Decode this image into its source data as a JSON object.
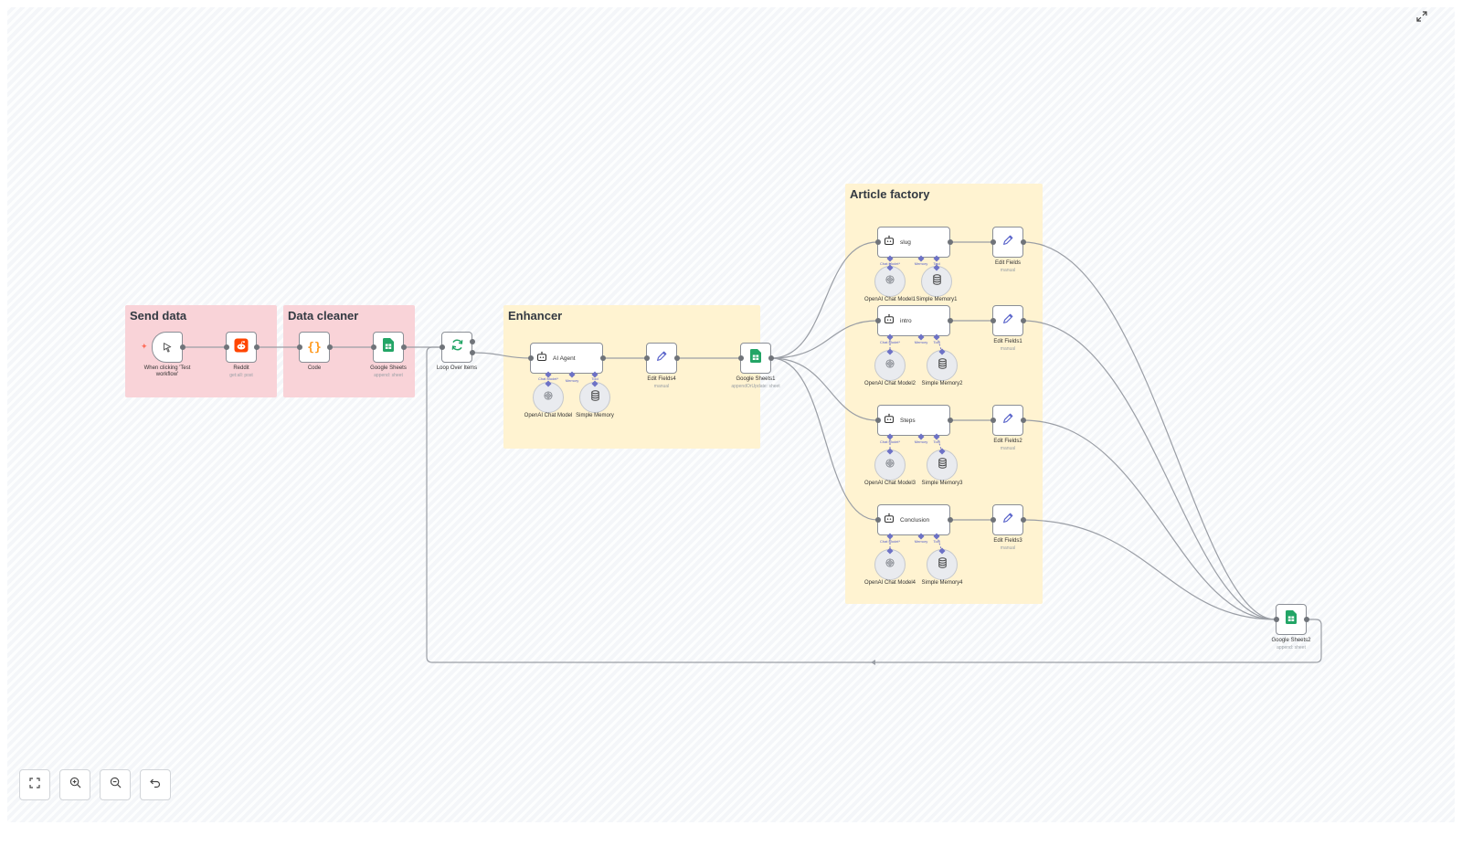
{
  "groups": [
    {
      "title": "Send data",
      "color": "pink"
    },
    {
      "title": "Data cleaner",
      "color": "pink"
    },
    {
      "title": "Enhancer",
      "color": "yellow"
    },
    {
      "title": "Article factory",
      "color": "yellow"
    }
  ],
  "nodes": {
    "manual_trigger": {
      "label": "When clicking 'Test workflow'"
    },
    "reddit": {
      "label": "Reddit",
      "subtitle": "get:all: post"
    },
    "code": {
      "label": "Code"
    },
    "sheets_0": {
      "label": "Google Sheets",
      "subtitle": "append: sheet"
    },
    "loop": {
      "label": "Loop Over Items"
    },
    "ai_agent": {
      "label": "AI Agent"
    },
    "chat_model_0": {
      "label": "OpenAI Chat Model"
    },
    "memory_0": {
      "label": "Simple Memory"
    },
    "edit_fields_4": {
      "label": "Edit Fields4",
      "subtitle": "manual"
    },
    "sheets_1": {
      "label": "Google Sheets1",
      "subtitle": "appendOrUpdate: sheet"
    },
    "slug": {
      "label": "slug"
    },
    "intro": {
      "label": "intro"
    },
    "steps": {
      "label": "Steps"
    },
    "conclusion": {
      "label": "Conclusion"
    },
    "chat_model_1": {
      "label": "OpenAI Chat Model1"
    },
    "chat_model_2": {
      "label": "OpenAI Chat Model2"
    },
    "chat_model_3": {
      "label": "OpenAI Chat Model3"
    },
    "chat_model_4": {
      "label": "OpenAI Chat Model4"
    },
    "memory_1": {
      "label": "Simple Memory1"
    },
    "memory_2": {
      "label": "Simple Memory2"
    },
    "memory_3": {
      "label": "Simple Memory3"
    },
    "memory_4": {
      "label": "Simple Memory4"
    },
    "edit_fields": {
      "label": "Edit Fields",
      "subtitle": "manual"
    },
    "edit_fields_1": {
      "label": "Edit Fields1",
      "subtitle": "manual"
    },
    "edit_fields_2": {
      "label": "Edit Fields2",
      "subtitle": "manual"
    },
    "edit_fields_3": {
      "label": "Edit Fields3",
      "subtitle": "manual"
    },
    "sheets_2": {
      "label": "Google Sheets2",
      "subtitle": "append: sheet"
    }
  },
  "ports": {
    "chat_model": "Chat Model*",
    "memory": "Memory",
    "tool": "Tool"
  },
  "controls": [
    "fit-view",
    "zoom-in",
    "zoom-out",
    "reset"
  ],
  "colors": {
    "accent": "#6d72c6",
    "reddit": "#ff4500",
    "sheets": "#23a566",
    "code": "#ff9a1f",
    "loop": "#23a566"
  }
}
